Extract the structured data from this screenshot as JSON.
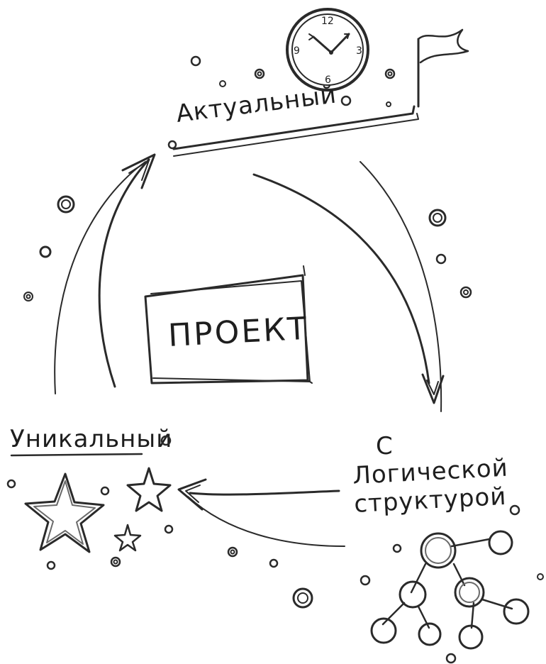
{
  "center_label": "ПРОЕКТ",
  "nodes": {
    "top": "Актуальный",
    "left": "Уникальный",
    "right_line1": "С",
    "right_line2": "Логической",
    "right_line3": "структурой"
  },
  "clock": {
    "n12": "12",
    "n3": "3",
    "n6": "6",
    "n9": "9"
  },
  "icons": [
    "clock-icon",
    "flag-icon",
    "star-icon",
    "tree-structure-icon",
    "bubble-icon"
  ],
  "colors": {
    "ink": "#2a2a2a",
    "ink_light": "#6a6a6a",
    "background": "#ffffff"
  }
}
